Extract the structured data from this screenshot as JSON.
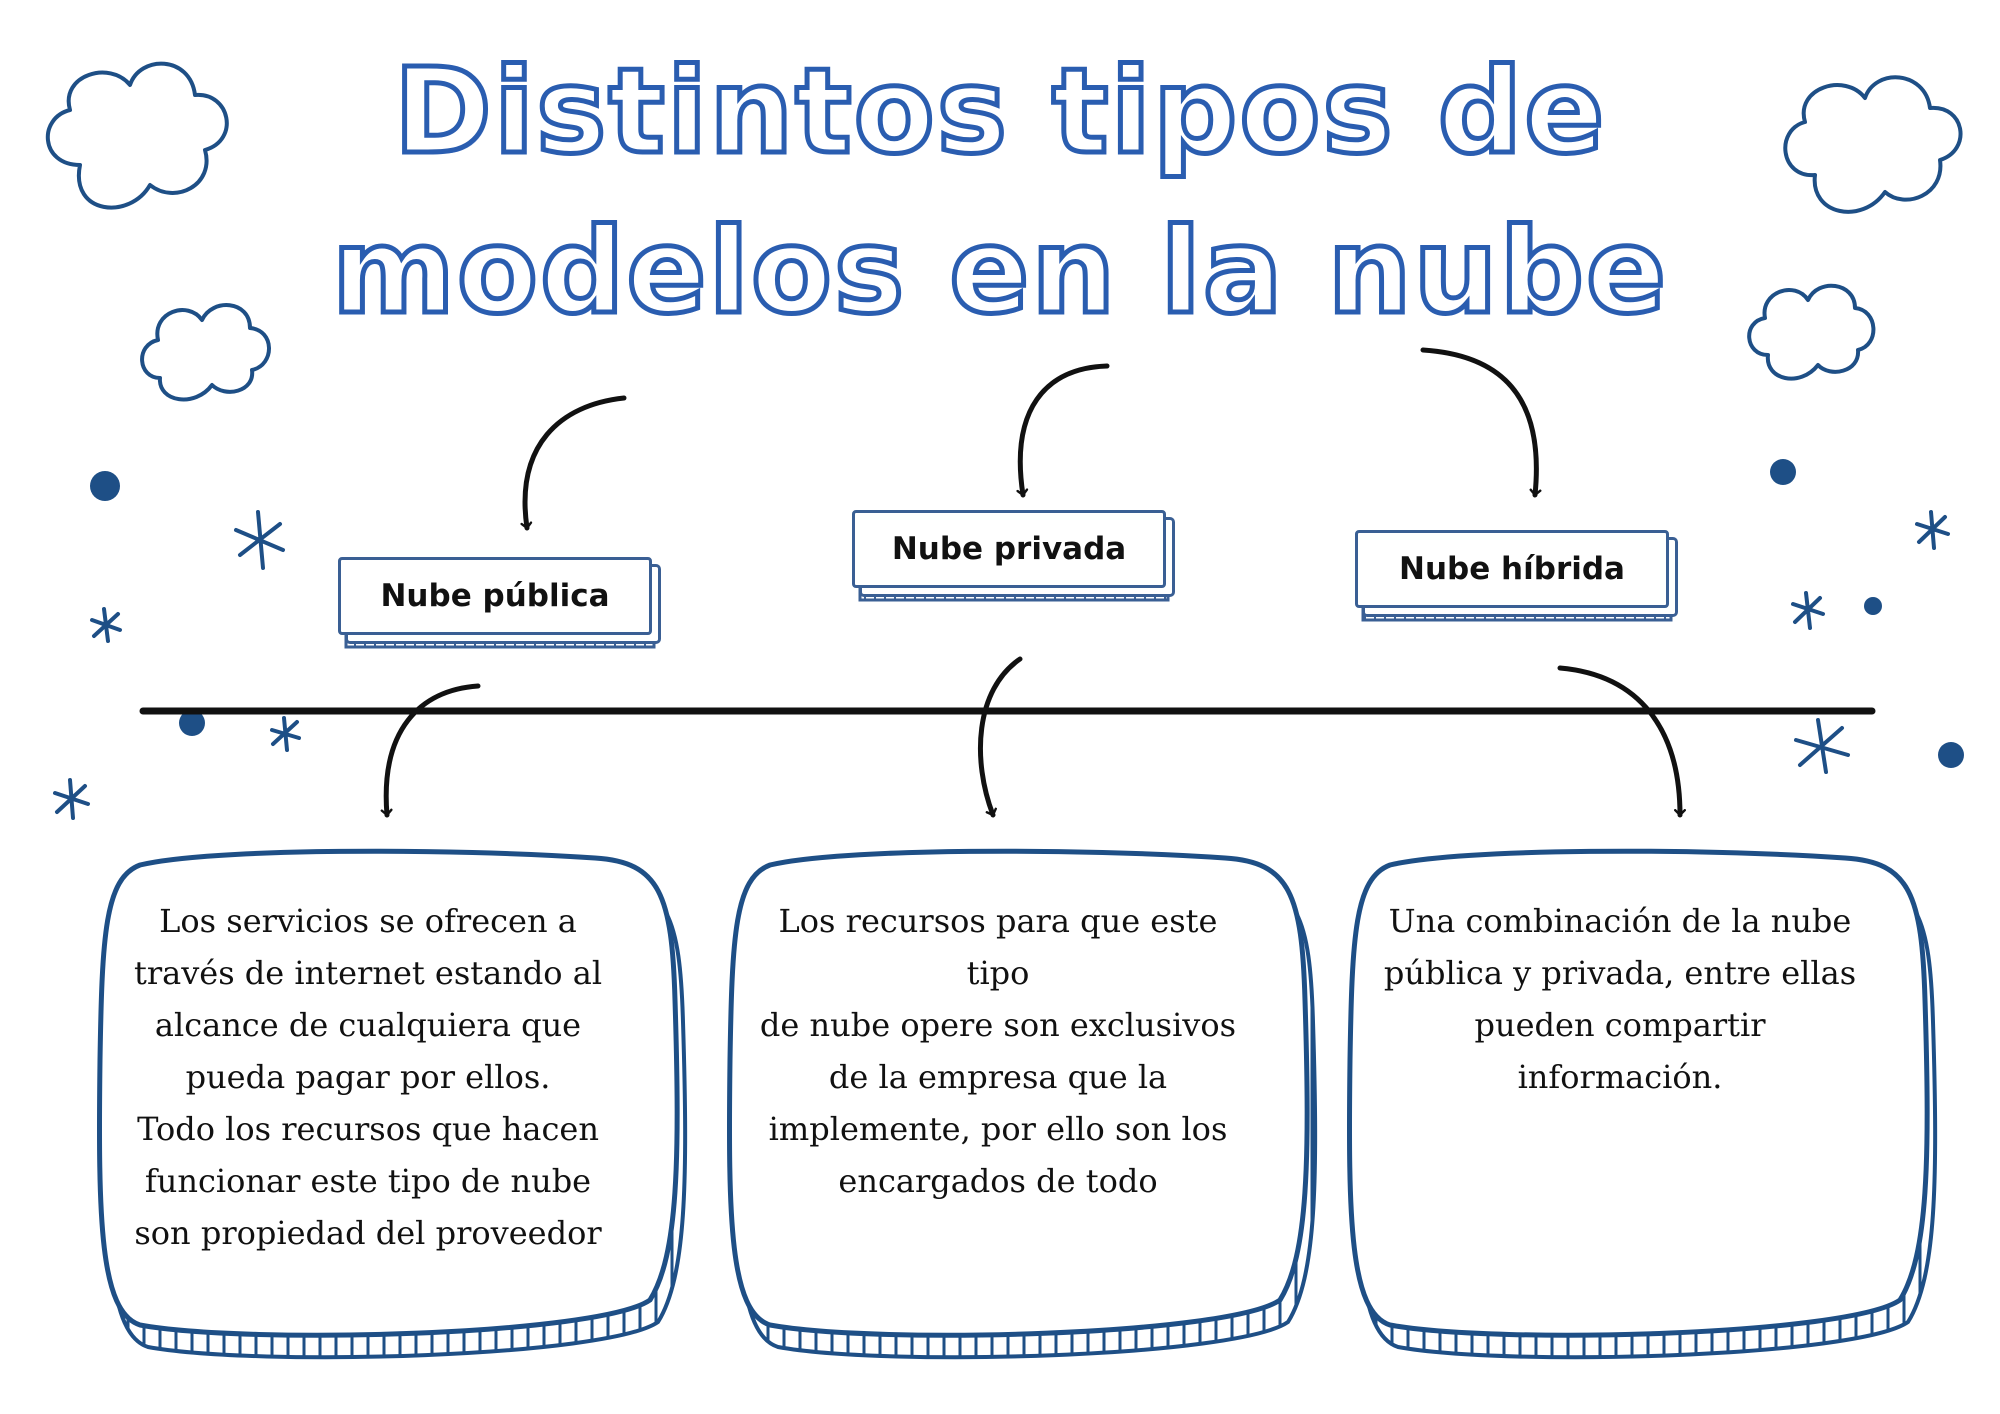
{
  "title": {
    "line1": "Distintos tipos de",
    "line2": "modelos en la nube"
  },
  "models": [
    {
      "label": "Nube pública",
      "description": "Los servicios se ofrecen a\ntravés de internet estando al\nalcance de cualquiera que\npueda pagar por ellos.\nTodo los recursos que hacen\nfuncionar este tipo de nube\nson propiedad del proveedor"
    },
    {
      "label": "Nube privada",
      "description": "Los recursos para que este tipo\nde nube opere son exclusivos\nde la empresa que la\nimplemente, por ello son los\nencargados de todo"
    },
    {
      "label": "Nube híbrida",
      "description": "Una combinación de la nube\npública y privada, entre ellas\npueden compartir\ninformación."
    }
  ],
  "colors": {
    "accent": "#2a5db0",
    "outline": "#1e4f86",
    "ink": "#111111"
  },
  "icons": [
    "cloud-icon",
    "star-icon",
    "dot-icon",
    "arrow-icon"
  ]
}
